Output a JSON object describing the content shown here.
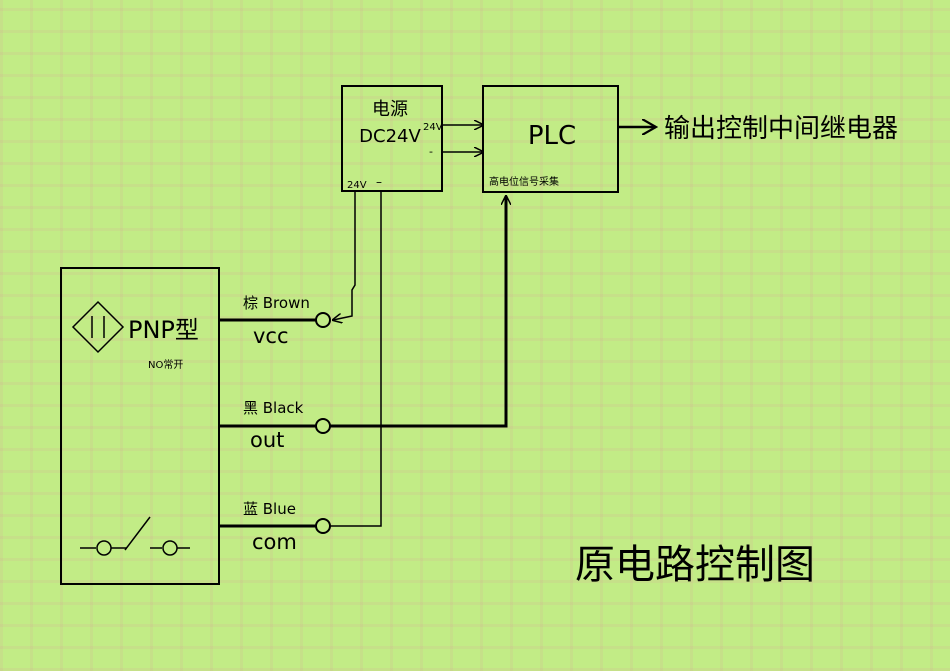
{
  "power_supply": {
    "title": "电源",
    "voltage": "DC24V",
    "out_plus": "24V",
    "out_minus": "-",
    "in_plus": "24V",
    "in_minus": "–"
  },
  "plc": {
    "title": "PLC",
    "input_label": "高电位信号采集",
    "output_label": "输出控制中间继电器"
  },
  "sensor": {
    "type": "PNP型",
    "mode": "NO常开"
  },
  "wires": [
    {
      "color_label": "棕 Brown",
      "terminal": "vcc"
    },
    {
      "color_label": "黑 Black",
      "terminal": "out"
    },
    {
      "color_label": "蓝 Blue",
      "terminal": "com"
    }
  ],
  "caption": "原电路控制图",
  "colors": {
    "background": "#c2ec86",
    "line": "#000000"
  }
}
